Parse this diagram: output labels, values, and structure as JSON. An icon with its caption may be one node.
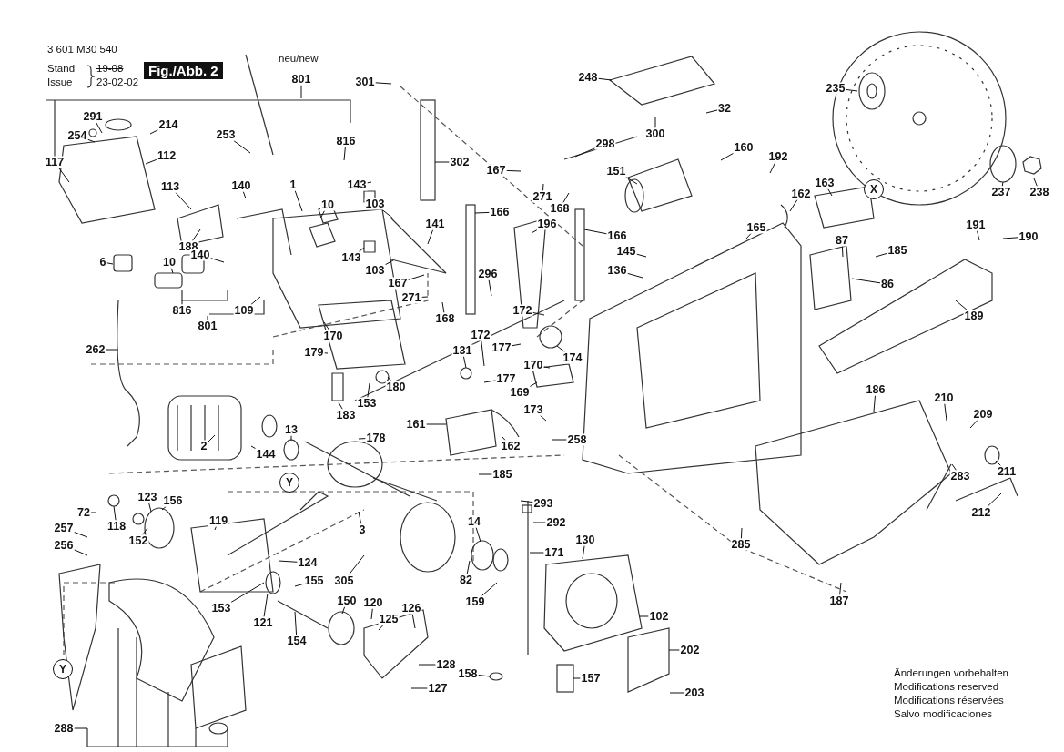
{
  "diagram": {
    "title": "Fig./Abb. 2",
    "nodes": [
      {
        "text": [
          "801"
        ]
      },
      {
        "text": [
          "301"
        ]
      },
      {
        "text": [
          "248"
        ]
      },
      {
        "text": [
          "235"
        ]
      },
      {
        "text": [
          "32"
        ]
      },
      {
        "text": [
          "117"
        ]
      },
      {
        "text": [
          "291"
        ]
      },
      {
        "text": [
          "214"
        ]
      },
      {
        "text": [
          "254"
        ]
      },
      {
        "text": [
          "112"
        ]
      },
      {
        "text": [
          "253"
        ]
      },
      {
        "text": [
          "816"
        ]
      },
      {
        "text": [
          "298"
        ]
      },
      {
        "text": [
          "300"
        ]
      },
      {
        "text": [
          "160"
        ]
      },
      {
        "text": [
          "192"
        ]
      },
      {
        "text": [
          "167"
        ]
      },
      {
        "text": [
          "302"
        ]
      },
      {
        "text": [
          "151"
        ]
      },
      {
        "text": [
          "113"
        ]
      },
      {
        "text": [
          "140"
        ]
      },
      {
        "text": [
          "1"
        ]
      },
      {
        "text": [
          "143"
        ]
      },
      {
        "text": [
          "163"
        ]
      },
      {
        "text": [
          "X"
        ]
      },
      {
        "text": [
          "10"
        ]
      },
      {
        "text": [
          "103"
        ]
      },
      {
        "text": [
          "271"
        ]
      },
      {
        "text": [
          "168"
        ]
      },
      {
        "text": [
          "166"
        ]
      },
      {
        "text": [
          "162"
        ]
      },
      {
        "text": [
          "196"
        ]
      },
      {
        "text": [
          "141"
        ]
      },
      {
        "text": [
          "165"
        ]
      },
      {
        "text": [
          "191"
        ]
      },
      {
        "text": [
          "166"
        ]
      },
      {
        "text": [
          "190"
        ]
      },
      {
        "text": [
          "87"
        ]
      },
      {
        "text": [
          "185"
        ]
      },
      {
        "text": [
          "188"
        ]
      },
      {
        "text": [
          "140"
        ]
      },
      {
        "text": [
          "143"
        ]
      },
      {
        "text": [
          "6"
        ]
      },
      {
        "text": [
          "10"
        ]
      },
      {
        "text": [
          "145"
        ]
      },
      {
        "text": [
          "136"
        ]
      },
      {
        "text": [
          "103"
        ]
      },
      {
        "text": [
          "296"
        ]
      },
      {
        "text": [
          "167"
        ]
      },
      {
        "text": [
          "86"
        ]
      },
      {
        "text": [
          "271"
        ]
      },
      {
        "text": [
          "816"
        ]
      },
      {
        "text": [
          "109"
        ]
      },
      {
        "text": [
          "172"
        ]
      },
      {
        "text": [
          "189"
        ]
      },
      {
        "text": [
          "168"
        ]
      },
      {
        "text": [
          "801"
        ]
      },
      {
        "text": [
          "172"
        ]
      },
      {
        "text": [
          "170"
        ]
      },
      {
        "text": [
          "177"
        ]
      },
      {
        "text": [
          "262"
        ]
      },
      {
        "text": [
          "131"
        ]
      },
      {
        "text": [
          "179"
        ]
      },
      {
        "text": [
          "174"
        ]
      },
      {
        "text": [
          "170"
        ]
      },
      {
        "text": [
          "177"
        ]
      },
      {
        "text": [
          "180"
        ]
      },
      {
        "text": [
          "186"
        ]
      },
      {
        "text": [
          "169"
        ]
      },
      {
        "text": [
          "210"
        ]
      },
      {
        "text": [
          "153"
        ]
      },
      {
        "text": [
          "173"
        ]
      },
      {
        "text": [
          "209"
        ]
      },
      {
        "text": [
          "183"
        ]
      },
      {
        "text": [
          "161"
        ]
      },
      {
        "text": [
          "178"
        ]
      },
      {
        "text": [
          "13"
        ]
      },
      {
        "text": [
          "258"
        ]
      },
      {
        "text": [
          "2"
        ]
      },
      {
        "text": [
          "162"
        ]
      },
      {
        "text": [
          "144"
        ]
      },
      {
        "text": [
          "211"
        ]
      },
      {
        "text": [
          "283"
        ]
      },
      {
        "text": [
          "185"
        ]
      },
      {
        "text": [
          "237"
        ]
      },
      {
        "text": [
          "Y"
        ]
      },
      {
        "text": [
          "72"
        ]
      },
      {
        "text": [
          "123"
        ]
      },
      {
        "text": [
          "118"
        ]
      },
      {
        "text": [
          "156"
        ]
      },
      {
        "text": [
          "293"
        ]
      },
      {
        "text": [
          "3"
        ]
      },
      {
        "text": [
          "119"
        ]
      },
      {
        "text": [
          "14"
        ]
      },
      {
        "text": [
          "212"
        ]
      },
      {
        "text": [
          "292"
        ]
      },
      {
        "text": [
          "257"
        ]
      },
      {
        "text": [
          "130"
        ]
      },
      {
        "text": [
          "152"
        ]
      },
      {
        "text": [
          "285"
        ]
      },
      {
        "text": [
          "256"
        ]
      },
      {
        "text": [
          "171"
        ]
      },
      {
        "text": [
          "124"
        ]
      },
      {
        "text": [
          "82"
        ]
      },
      {
        "text": [
          "305"
        ]
      },
      {
        "text": [
          "155"
        ]
      },
      {
        "text": [
          "187"
        ]
      },
      {
        "text": [
          "150"
        ]
      },
      {
        "text": [
          "120"
        ]
      },
      {
        "text": [
          "159"
        ]
      },
      {
        "text": [
          "126"
        ]
      },
      {
        "text": [
          "153"
        ]
      },
      {
        "text": [
          "102"
        ]
      },
      {
        "text": [
          "125"
        ]
      },
      {
        "text": [
          "121"
        ]
      },
      {
        "text": [
          "154"
        ]
      },
      {
        "text": [
          "202"
        ]
      },
      {
        "text": [
          "128"
        ]
      },
      {
        "text": [
          "Y"
        ]
      },
      {
        "text": [
          "158"
        ]
      },
      {
        "text": [
          "157"
        ]
      },
      {
        "text": [
          "127"
        ]
      },
      {
        "text": [
          "203"
        ]
      },
      {
        "text": [
          "288"
        ]
      },
      {
        "text": [
          "238"
        ]
      }
    ],
    "edges": [
      {
        "from": 0,
        "to": null,
        "arrow": "none"
      },
      {
        "from": 1,
        "to": null,
        "arrow": "none"
      },
      {
        "from": 2,
        "to": null,
        "arrow": "none"
      },
      {
        "from": 3,
        "to": null,
        "arrow": "none"
      },
      {
        "from": 4,
        "to": null,
        "arrow": "none"
      },
      {
        "from": 5,
        "to": null,
        "arrow": "none"
      },
      {
        "from": 6,
        "to": null,
        "arrow": "none"
      },
      {
        "from": 7,
        "to": null,
        "arrow": "none"
      },
      {
        "from": 8,
        "to": null,
        "arrow": "none"
      },
      {
        "from": 9,
        "to": null,
        "arrow": "none"
      },
      {
        "from": 10,
        "to": null,
        "arrow": "none"
      },
      {
        "from": 11,
        "to": null,
        "arrow": "none"
      },
      {
        "from": 12,
        "to": null,
        "arrow": "none"
      },
      {
        "from": 13,
        "to": null,
        "arrow": "none"
      },
      {
        "from": 14,
        "to": null,
        "arrow": "none"
      },
      {
        "from": 15,
        "to": null,
        "arrow": "none"
      },
      {
        "from": 16,
        "to": null,
        "arrow": "none"
      },
      {
        "from": 17,
        "to": null,
        "arrow": "none"
      },
      {
        "from": 18,
        "to": null,
        "arrow": "none"
      },
      {
        "from": 19,
        "to": null,
        "arrow": "none"
      },
      {
        "from": 20,
        "to": null,
        "arrow": "none"
      },
      {
        "from": 21,
        "to": null,
        "arrow": "none"
      },
      {
        "from": 22,
        "to": null,
        "arrow": "none"
      },
      {
        "from": 23,
        "to": null,
        "arrow": "none"
      },
      {
        "from": 25,
        "to": null,
        "arrow": "none"
      },
      {
        "from": 26,
        "to": null,
        "arrow": "none"
      },
      {
        "from": 27,
        "to": null,
        "arrow": "none"
      },
      {
        "from": 28,
        "to": null,
        "arrow": "none"
      },
      {
        "from": 29,
        "to": null,
        "arrow": "none"
      },
      {
        "from": 30,
        "to": null,
        "arrow": "none"
      },
      {
        "from": 31,
        "to": null,
        "arrow": "none"
      },
      {
        "from": 32,
        "to": null,
        "arrow": "none"
      },
      {
        "from": 33,
        "to": null,
        "arrow": "none"
      },
      {
        "from": 34,
        "to": null,
        "arrow": "none"
      },
      {
        "from": 35,
        "to": null,
        "arrow": "none"
      },
      {
        "from": 36,
        "to": null,
        "arrow": "none"
      },
      {
        "from": 37,
        "to": null,
        "arrow": "none"
      },
      {
        "from": 38,
        "to": null,
        "arrow": "none"
      },
      {
        "from": 39,
        "to": null,
        "arrow": "none"
      },
      {
        "from": 40,
        "to": null,
        "arrow": "none"
      },
      {
        "from": 41,
        "to": null,
        "arrow": "none"
      },
      {
        "from": 42,
        "to": null,
        "arrow": "none"
      },
      {
        "from": 43,
        "to": null,
        "arrow": "none"
      },
      {
        "from": 44,
        "to": null,
        "arrow": "none"
      },
      {
        "from": 45,
        "to": null,
        "arrow": "none"
      },
      {
        "from": 46,
        "to": null,
        "arrow": "none"
      },
      {
        "from": 47,
        "to": null,
        "arrow": "none"
      },
      {
        "from": 48,
        "to": null,
        "arrow": "none"
      },
      {
        "from": 49,
        "to": null,
        "arrow": "none"
      },
      {
        "from": 50,
        "to": null,
        "arrow": "none"
      },
      {
        "from": 51,
        "to": null,
        "arrow": "none"
      },
      {
        "from": 52,
        "to": null,
        "arrow": "none"
      },
      {
        "from": 53,
        "to": null,
        "arrow": "none"
      },
      {
        "from": 54,
        "to": null,
        "arrow": "none"
      },
      {
        "from": 55,
        "to": null,
        "arrow": "none"
      },
      {
        "from": 56,
        "to": null,
        "arrow": "none"
      },
      {
        "from": 57,
        "to": null,
        "arrow": "none"
      },
      {
        "from": 58,
        "to": null,
        "arrow": "none"
      },
      {
        "from": 59,
        "to": null,
        "arrow": "none"
      },
      {
        "from": 60,
        "to": null,
        "arrow": "none"
      },
      {
        "from": 61,
        "to": null,
        "arrow": "none"
      },
      {
        "from": 62,
        "to": null,
        "arrow": "none"
      },
      {
        "from": 63,
        "to": null,
        "arrow": "none"
      },
      {
        "from": 64,
        "to": null,
        "arrow": "none"
      },
      {
        "from": 65,
        "to": null,
        "arrow": "none"
      },
      {
        "from": 66,
        "to": null,
        "arrow": "none"
      },
      {
        "from": 67,
        "to": null,
        "arrow": "none"
      },
      {
        "from": 68,
        "to": null,
        "arrow": "none"
      },
      {
        "from": 69,
        "to": null,
        "arrow": "none"
      },
      {
        "from": 70,
        "to": null,
        "arrow": "none"
      },
      {
        "from": 71,
        "to": null,
        "arrow": "none"
      },
      {
        "from": 72,
        "to": null,
        "arrow": "none"
      },
      {
        "from": 73,
        "to": null,
        "arrow": "none"
      },
      {
        "from": 74,
        "to": null,
        "arrow": "none"
      },
      {
        "from": 75,
        "to": null,
        "arrow": "none"
      },
      {
        "from": 76,
        "to": null,
        "arrow": "none"
      },
      {
        "from": 77,
        "to": null,
        "arrow": "none"
      },
      {
        "from": 78,
        "to": null,
        "arrow": "none"
      },
      {
        "from": 79,
        "to": null,
        "arrow": "none"
      },
      {
        "from": 80,
        "to": null,
        "arrow": "none"
      },
      {
        "from": 81,
        "to": null,
        "arrow": "none"
      },
      {
        "from": 82,
        "to": null,
        "arrow": "none"
      },
      {
        "from": 83,
        "to": null,
        "arrow": "none"
      },
      {
        "from": 84,
        "to": null,
        "arrow": "none"
      },
      {
        "from": 86,
        "to": null,
        "arrow": "none"
      },
      {
        "from": 87,
        "to": null,
        "arrow": "none"
      },
      {
        "from": 88,
        "to": null,
        "arrow": "none"
      },
      {
        "from": 89,
        "to": null,
        "arrow": "none"
      },
      {
        "from": 90,
        "to": null,
        "arrow": "none"
      },
      {
        "from": 91,
        "to": null,
        "arrow": "none"
      },
      {
        "from": 92,
        "to": null,
        "arrow": "none"
      },
      {
        "from": 93,
        "to": null,
        "arrow": "none"
      },
      {
        "from": 94,
        "to": null,
        "arrow": "none"
      },
      {
        "from": 95,
        "to": null,
        "arrow": "none"
      },
      {
        "from": 96,
        "to": null,
        "arrow": "none"
      },
      {
        "from": 97,
        "to": null,
        "arrow": "none"
      },
      {
        "from": 98,
        "to": null,
        "arrow": "none"
      },
      {
        "from": 99,
        "to": null,
        "arrow": "none"
      },
      {
        "from": 100,
        "to": null,
        "arrow": "none"
      },
      {
        "from": 101,
        "to": null,
        "arrow": "none"
      },
      {
        "from": 102,
        "to": null,
        "arrow": "none"
      },
      {
        "from": 103,
        "to": null,
        "arrow": "none"
      },
      {
        "from": 104,
        "to": null,
        "arrow": "none"
      },
      {
        "from": 105,
        "to": null,
        "arrow": "none"
      },
      {
        "from": 106,
        "to": null,
        "arrow": "none"
      },
      {
        "from": 107,
        "to": null,
        "arrow": "none"
      },
      {
        "from": 108,
        "to": null,
        "arrow": "none"
      },
      {
        "from": 109,
        "to": null,
        "arrow": "none"
      },
      {
        "from": 110,
        "to": null,
        "arrow": "none"
      },
      {
        "from": 111,
        "to": null,
        "arrow": "none"
      },
      {
        "from": 112,
        "to": null,
        "arrow": "none"
      },
      {
        "from": 113,
        "to": null,
        "arrow": "none"
      },
      {
        "from": 114,
        "to": null,
        "arrow": "none"
      },
      {
        "from": 115,
        "to": null,
        "arrow": "none"
      },
      {
        "from": 116,
        "to": null,
        "arrow": "none"
      },
      {
        "from": 117,
        "to": null,
        "arrow": "none"
      },
      {
        "from": 119,
        "to": null,
        "arrow": "none"
      },
      {
        "from": 120,
        "to": null,
        "arrow": "none"
      },
      {
        "from": 121,
        "to": null,
        "arrow": "none"
      },
      {
        "from": 122,
        "to": null,
        "arrow": "none"
      },
      {
        "from": 123,
        "to": null,
        "arrow": "none"
      },
      {
        "from": 124,
        "to": null,
        "arrow": "none"
      }
    ],
    "labels": [
      "3 601 M30 540",
      "Stand",
      "Issue",
      "19-08",
      "23-02-02",
      "neu/new",
      "Änderungen vorbehalten",
      "Modifications reserved",
      "Modifications réservées",
      "Salvo modificaciones"
    ]
  }
}
